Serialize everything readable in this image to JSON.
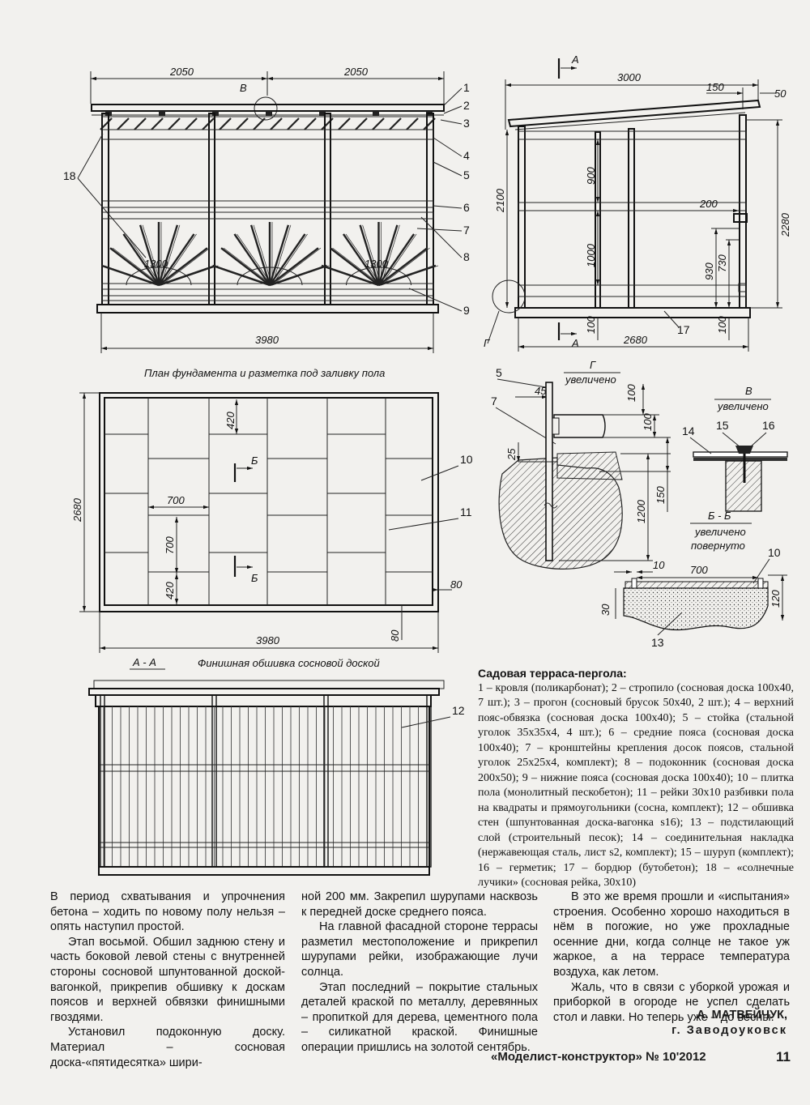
{
  "drawing": {
    "front_view": {
      "dims": {
        "left": "2050",
        "right": "2050",
        "total": "3980",
        "window": "1300",
        "window2": "1300"
      },
      "node_label": "В",
      "callouts": [
        "1",
        "2",
        "3",
        "4",
        "5",
        "6",
        "7",
        "8",
        "9",
        "18"
      ]
    },
    "side_view": {
      "section_mark": "А",
      "section_mark2": "А",
      "dims": {
        "top": "3000",
        "d150": "150",
        "d50": "50",
        "d2100": "2100",
        "d900": "900",
        "d1000": "1000",
        "d100a": "100",
        "d2280": "2280",
        "d200": "200",
        "d930": "930",
        "d730": "730",
        "d100b": "100",
        "d2680": "2680"
      },
      "node_label": "Г",
      "callout_17": "17"
    },
    "foundation_plan": {
      "caption": "План фундамента и разметка под заливку пола",
      "dims": {
        "d420a": "420",
        "d700h": "700",
        "d700v": "700",
        "d420b": "420",
        "d2680": "2680",
        "d3980": "3980",
        "d80a": "80",
        "d80b": "80"
      },
      "section_mark": "Б",
      "section_mark2": "Б",
      "callouts": [
        "10",
        "11"
      ]
    },
    "detail_g": {
      "title": "Г",
      "subtitle": "увеличено",
      "dims": {
        "d45": "45",
        "d100a": "100",
        "d100b": "100",
        "d25": "25",
        "d1200": "1200",
        "d150": "150"
      },
      "callouts": [
        "5",
        "7"
      ]
    },
    "detail_v": {
      "title": "В",
      "subtitle": "увеличено",
      "callouts": [
        "14",
        "15",
        "16"
      ]
    },
    "detail_bb": {
      "title": "Б - Б",
      "subtitle1": "увеличено",
      "subtitle2": "повернуто",
      "dims": {
        "d10": "10",
        "d700": "700",
        "d30": "30",
        "d120": "120"
      },
      "callouts": [
        "10",
        "13"
      ]
    },
    "section_aa": {
      "title": "А - А",
      "caption": "Финишная обшивка сосновой доской",
      "callout": "12"
    }
  },
  "legend": {
    "title": "Садовая терраса-пергола:",
    "text": "1 – кровля (поликарбонат); 2 – стропило (сосновая доска 100x40, 7 шт.); 3 – прогон (сосновый брусок 50x40, 2 шт.); 4 – верхний пояс-обвязка (сосновая доска 100x40); 5 – стойка (стальной уголок 35x35x4, 4 шт.); 6 – средние пояса (сосновая доска 100x40); 7 – кронштейны крепления досок поясов, стальной уголок 25x25x4, комплект); 8 – подоконник (сосновая доска 200x50); 9 – нижние пояса (сосновая доска 100x40); 10 – плитка пола (монолитный пескобетон); 11 – рейки 30x10 разбивки пола на квадраты и прямоугольники (сосна, комплект); 12 – обшивка стен (шпунтованная доска-вагонка s16); 13 – подстилающий слой (строительный песок); 14 – соединительная накладка (нержавеющая сталь, лист s2, комплект); 15 – шуруп (комплект); 16 – герметик; 17 – бордюр (бутобетон); 18 – «солнечные лучики» (сосновая рейка, 30x10)"
  },
  "article": {
    "col1": [
      "В период схватывания и упрочнения бетона – ходить по новому полу нельзя – опять наступил простой.",
      "Этап восьмой. Обшил заднюю стену и часть боковой левой стены с внутренней стороны сосновой шпунтованной доской-вагонкой, прикрепив обшивку к доскам поясов и верхней обвязки финишными гвоздями.",
      "Установил подоконную доску. Материал – сосновая доска-«пятидесятка» шири-"
    ],
    "col2": [
      "ной 200 мм. Закрепил шурупами насквозь к передней доске среднего пояса.",
      "На главной фасадной стороне террасы разметил местоположение и прикрепил шурупами рейки, изображающие лучи солнца.",
      "Этап последний – покрытие стальных деталей краской по металлу, деревянных – пропиткой для дерева, цементного пола – силикатной краской. Финишные операции пришлись на золотой сентябрь."
    ],
    "col3": [
      "В это же время прошли и «испытания» строения. Особенно хорошо находиться в нём в погожие, но уже прохладные осенние дни, когда солнце не такое уж жаркое, а на террасе температура воздуха, как летом.",
      "Жаль, что в связи с уборкой урожая и приборкой в огороде не успел сделать стол и лавки. Но теперь уже – до весны."
    ],
    "author_name": "А. МАТВЕЙЧУК,",
    "author_city": "г. Заводоуковск"
  },
  "footer": {
    "magazine": "«Моделист-конструктор» № 10'2012",
    "page": "11"
  }
}
